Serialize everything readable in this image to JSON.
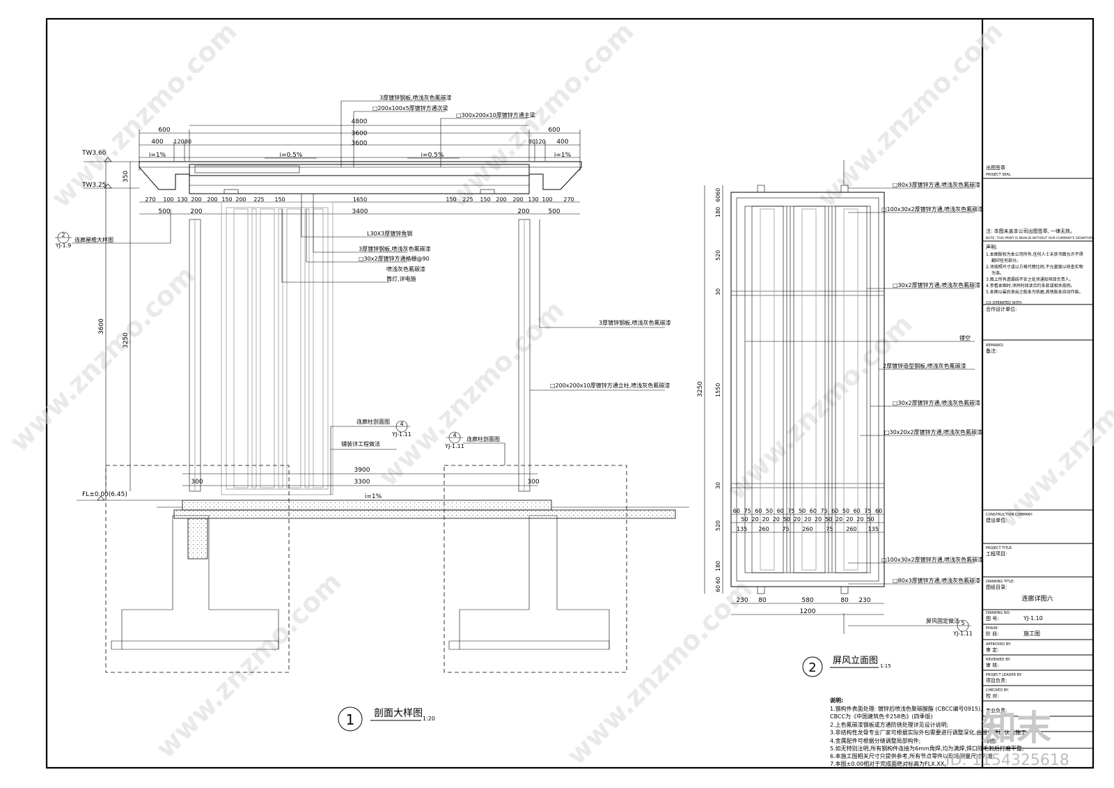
{
  "section": {
    "callouts_top": [
      "3厚镀锌钢板,喷浅灰色氟碳漆",
      "□200x100x5厚镀锌方通次梁",
      "□300x200x10厚镀锌方通主梁"
    ],
    "dims_row1": [
      "600",
      "4800",
      "600"
    ],
    "dims_row2": [
      "3600"
    ],
    "dims_row3": [
      "400",
      "120",
      "80",
      "3600",
      "80",
      "120",
      "400"
    ],
    "slopes": [
      "i=1%",
      "i=0.5%",
      "i=0.5%",
      "i=1%",
      "i=1%"
    ],
    "levels": [
      "TW3.60",
      "TW3.25",
      "FL±0.00(6.45)"
    ],
    "beam_height": "350",
    "dims_row4": [
      "270",
      "100",
      "130",
      "200",
      "200",
      "150",
      "200",
      "225",
      "150",
      "1650",
      "150",
      "225",
      "150",
      "200",
      "200",
      "130",
      "100",
      "270"
    ],
    "dims_row5": [
      "500",
      "200",
      "3400",
      "200",
      "500"
    ],
    "ref_beam": {
      "num": "2",
      "sheet": "YJ-1.9",
      "label": "连廊屋檐大样图"
    },
    "callouts_mid": [
      "L30X3厚镀锌角钢",
      "3厚镀锌钢板,喷浅灰色氟碳漆",
      "□30x2厚镀锌方通格栅@90",
      "喷浅灰色氟碳漆",
      "筒灯,详电施"
    ],
    "callouts_right": [
      "3厚镀锌钢板,喷浅灰色氟碳漆",
      "□200x200x10厚镀锌方通立柱,喷浅灰色氟碳漆"
    ],
    "heights": [
      "3600",
      "3250"
    ],
    "ref_col1": {
      "label": "连廊柱剖面图",
      "num": "4",
      "sheet": "YJ-1.11"
    },
    "ref_col2": {
      "num": "4",
      "sheet": "YJ-1.11",
      "label": "连廊柱剖面图"
    },
    "paving": "铺装详工程做法",
    "dims_base1": [
      "3900"
    ],
    "dims_base2": [
      "300",
      "3300",
      "300"
    ],
    "title": {
      "num": "1",
      "name": "剖面大样图",
      "scale": "1:20"
    }
  },
  "screen": {
    "callouts": [
      "□80x3厚镀锌方通,喷浅灰色氟碳漆",
      "□100x30x2厚镀锌方通,喷浅灰色氟碳漆",
      "□30x2厚镀锌方通,喷浅灰色氟碳漆",
      "镂空",
      "2厚镀锌造型钢板,喷浅灰色氟碳漆",
      "□30x2厚镀锌方通,喷浅灰色氟碳漆",
      "□30x20x2厚镀锌方通,喷浅灰色氟碳漆",
      "□100x30x2厚镀锌方通,喷浅灰色氟碳漆",
      "□80x3厚镀锌方通,喷浅灰色氟碳漆"
    ],
    "vdims": [
      "60",
      "60",
      "180",
      "520",
      "30",
      "1550",
      "30",
      "520",
      "180",
      "60",
      "60"
    ],
    "vtotal": "3250",
    "hdims_top": [
      "60",
      "75",
      "60",
      "50",
      "60",
      "75",
      "50",
      "60",
      "75",
      "60",
      "50",
      "60",
      "75",
      "60"
    ],
    "hdims_mid": [
      "50",
      "20",
      "20",
      "20",
      "50",
      "20",
      "20",
      "20",
      "50",
      "20",
      "20",
      "20",
      "50"
    ],
    "hdims_low": [
      "135",
      "260",
      "75",
      "260",
      "75",
      "260",
      "135"
    ],
    "hdims_b1": [
      "230",
      "80",
      "580",
      "80",
      "230"
    ],
    "hdims_b2": [
      "1200"
    ],
    "ref": {
      "label": "屏风固定做法",
      "num": "5",
      "sheet": "YJ-1.11"
    },
    "title": {
      "num": "2",
      "name": "屏风立面图",
      "scale": "1:15"
    }
  },
  "notes": {
    "heading": "说明:",
    "lines": [
      "1.钢构件表面处理: 镀锌后喷浅色聚碳酸酯 (CBCC编号0915),",
      "CBCC为《中国建筑色卡258色》(四季版)",
      "2.上色氟碳漆钢板或方通防锈处理详见设计说明;",
      "3.非结构性龙骨专业厂家可根据实际外包需要进行调整深化,由设计师确认后施工;",
      "4.金属配件可根据分缝调整局部构件;",
      "5.如无特别注明,所有钢构件连接为6mm角焊,均为满焊,焊口除毛刺后打磨平整;",
      "6.本施工图相关尺寸只提供参考,所有节点零件以现场测量尺寸为准;",
      "7.本图±0.00相对于完成面绝对标高为FLX.XX。"
    ]
  },
  "titleblock": {
    "seal_cn": "出图签章",
    "seal_en": "PROJECT SEAL",
    "seal_note": "注: 本图未盖本公司出图签章, 一律无效。",
    "seal_note_en": "NOTE: THIS PRINT IS INVALID WITHOUT OUR COMPANY'S SIGNATURE.",
    "statement_h": "声明:",
    "statements": [
      "1.本图版权为本公司所有,任何人士未获书面允许不得",
      "翻印任何部分。",
      "2.须按照尺寸或以方格代替比例,不允量度以核查实物",
      "为准。",
      "3.图上所有透漏线不妥之处须通知项目负责人。",
      "4.参看本图时,须同时阅读合约条款或相关规例。",
      "5.本图以最后发出之版本为依据,其他版本自动作废。"
    ],
    "coop_en": "CO-OPERATED WITH:",
    "coop_cn": "合作设计单位:",
    "remarks_en": "REMARKS:",
    "remarks_cn": "备注:",
    "construction_en": "CONSTRUCTION COMPANY:",
    "construction_cn": "建设单位:",
    "project_en": "PROJECT TITLE:",
    "project_cn": "工程项目:",
    "drawing_en": "DRAWING TITLE:",
    "drawing_cn": "图纸目录:",
    "drawing_title": "连廊详图六",
    "dwgno_en": "DRAWING NO:",
    "dwgno_cn": "图 号:",
    "dwgno": "YJ-1.10",
    "phase_en": "PHASE:",
    "phase_cn": "阶 段:",
    "phase": "施工图",
    "approved_en": "APPROVED BY:",
    "approved_cn": "审 定:",
    "reviewed_en": "REVIEWED BY:",
    "reviewed_cn": "审 核:",
    "leader_en": "PROJECT LEADER BY:",
    "leader_cn": "项目负责:",
    "checked_en": "CHECKED BY:",
    "checked_cn": "校 对:",
    "specialty_cn": "专业负责:",
    "designer_cn": "设计:",
    "drawn_cn": "制图:"
  },
  "watermark": {
    "text": "www.znzmo.com",
    "logo": "知末网",
    "brand": "知末",
    "id": "ID: 1154325618"
  }
}
